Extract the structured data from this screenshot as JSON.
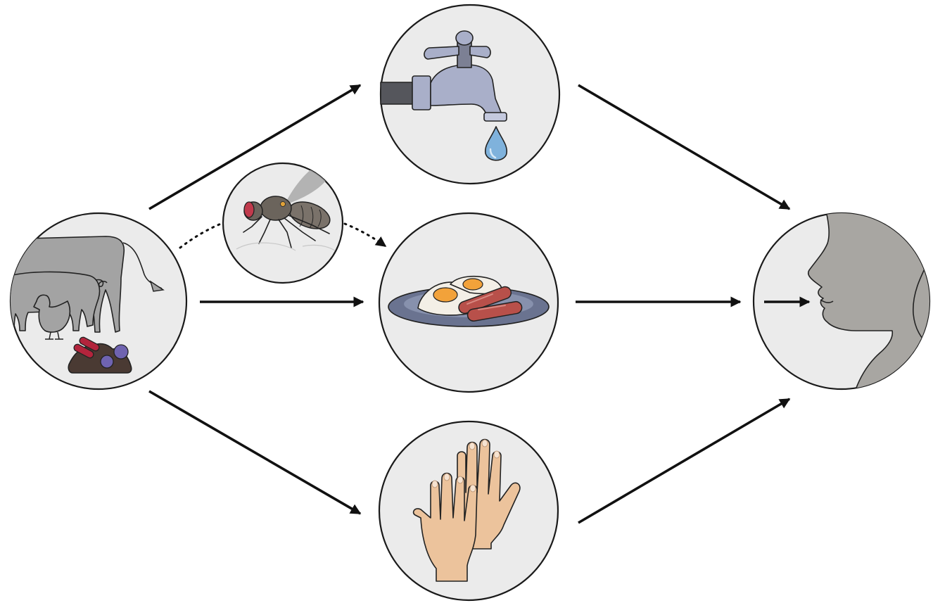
{
  "diagram": {
    "nodes": [
      {
        "id": "source",
        "icon": "livestock-and-microbes-icon"
      },
      {
        "id": "vector",
        "icon": "house-fly-icon"
      },
      {
        "id": "water",
        "icon": "water-tap-icon"
      },
      {
        "id": "food",
        "icon": "breakfast-plate-icon"
      },
      {
        "id": "hands",
        "icon": "hands-icon"
      },
      {
        "id": "human",
        "icon": "human-mouth-icon"
      }
    ],
    "edges": [
      {
        "from": "source",
        "to": "water",
        "style": "solid"
      },
      {
        "from": "source",
        "to": "food",
        "style": "solid"
      },
      {
        "from": "source",
        "to": "hands",
        "style": "solid"
      },
      {
        "from": "source",
        "to": "food",
        "via": "vector",
        "style": "dotted"
      },
      {
        "from": "water",
        "to": "human",
        "style": "solid"
      },
      {
        "from": "food",
        "to": "human",
        "style": "solid"
      },
      {
        "from": "hands",
        "to": "human",
        "style": "solid"
      }
    ],
    "colors": {
      "circle_fill": "#ebebeb",
      "animal_grey": "#a3a3a3",
      "bacteria_red": "#b3243c",
      "bacteria_purple": "#6f63b0",
      "soil_brown": "#4a3a33",
      "water_blue": "#7fb2dc",
      "sausage_red": "#b8504a",
      "egg_yolk": "#f2a23a",
      "skin": "#ecc39c",
      "face_grey": "#a8a6a2"
    }
  }
}
